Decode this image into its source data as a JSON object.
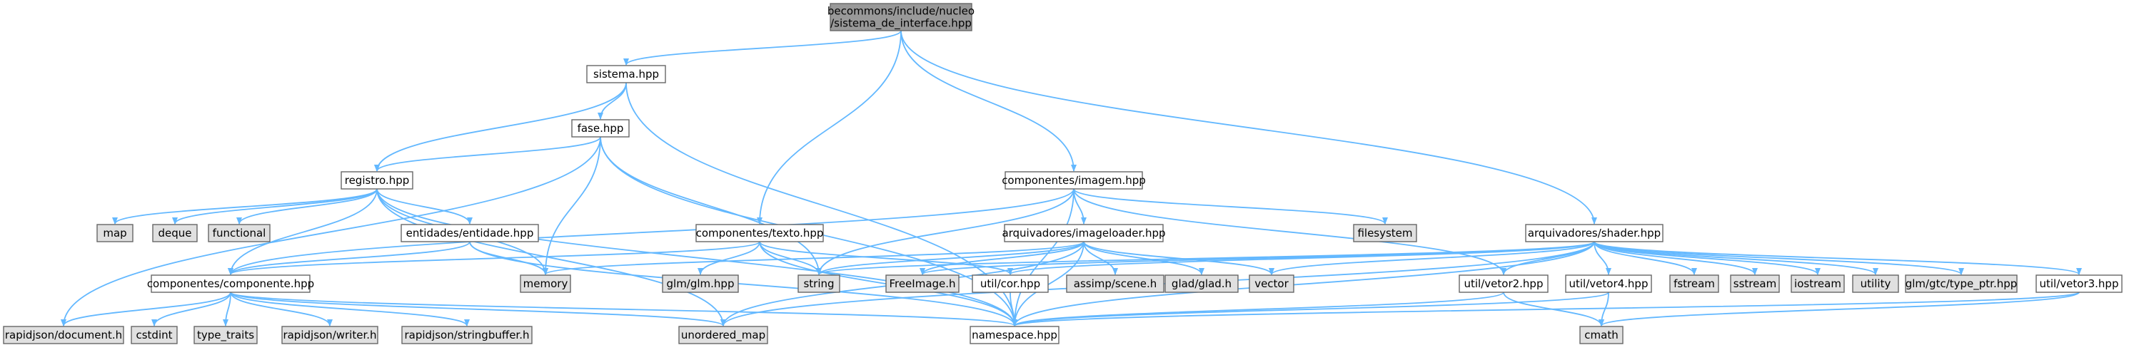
{
  "colors": {
    "root_fill": "#999999",
    "local_fill": "#ffffff",
    "external_fill": "#e0e0e0",
    "edge": "#63b8ff"
  },
  "nodes": [
    {
      "id": "root",
      "lines": [
        "becommons/include/nucleo",
        "/sistema_de_interface.hpp"
      ],
      "kind": "root"
    },
    {
      "id": "sistema",
      "lines": [
        "sistema.hpp"
      ],
      "kind": "local"
    },
    {
      "id": "fase",
      "lines": [
        "fase.hpp"
      ],
      "kind": "local"
    },
    {
      "id": "registro",
      "lines": [
        "registro.hpp"
      ],
      "kind": "local"
    },
    {
      "id": "entidade",
      "lines": [
        "entidades/entidade.hpp"
      ],
      "kind": "local"
    },
    {
      "id": "componente",
      "lines": [
        "componentes/componente.hpp"
      ],
      "kind": "local"
    },
    {
      "id": "texto",
      "lines": [
        "componentes/texto.hpp"
      ],
      "kind": "local"
    },
    {
      "id": "imagem",
      "lines": [
        "componentes/imagem.hpp"
      ],
      "kind": "local"
    },
    {
      "id": "imageloader",
      "lines": [
        "arquivadores/imageloader.hpp"
      ],
      "kind": "local"
    },
    {
      "id": "shader",
      "lines": [
        "arquivadores/shader.hpp"
      ],
      "kind": "local"
    },
    {
      "id": "cor",
      "lines": [
        "util/cor.hpp"
      ],
      "kind": "local"
    },
    {
      "id": "vetor2",
      "lines": [
        "util/vetor2.hpp"
      ],
      "kind": "local"
    },
    {
      "id": "vetor4",
      "lines": [
        "util/vetor4.hpp"
      ],
      "kind": "local"
    },
    {
      "id": "vetor3",
      "lines": [
        "util/vetor3.hpp"
      ],
      "kind": "local"
    },
    {
      "id": "namespace",
      "lines": [
        "namespace.hpp"
      ],
      "kind": "local"
    },
    {
      "id": "map",
      "lines": [
        "map"
      ],
      "kind": "external"
    },
    {
      "id": "deque",
      "lines": [
        "deque"
      ],
      "kind": "external"
    },
    {
      "id": "functional",
      "lines": [
        "functional"
      ],
      "kind": "external"
    },
    {
      "id": "memory",
      "lines": [
        "memory"
      ],
      "kind": "external"
    },
    {
      "id": "glm",
      "lines": [
        "glm/glm.hpp"
      ],
      "kind": "external"
    },
    {
      "id": "string",
      "lines": [
        "string"
      ],
      "kind": "external"
    },
    {
      "id": "freeimage",
      "lines": [
        "FreeImage.h"
      ],
      "kind": "external"
    },
    {
      "id": "assimp",
      "lines": [
        "assimp/scene.h"
      ],
      "kind": "external"
    },
    {
      "id": "glad",
      "lines": [
        "glad/glad.h"
      ],
      "kind": "external"
    },
    {
      "id": "vector",
      "lines": [
        "vector"
      ],
      "kind": "external"
    },
    {
      "id": "filesystem",
      "lines": [
        "filesystem"
      ],
      "kind": "external"
    },
    {
      "id": "fstream",
      "lines": [
        "fstream"
      ],
      "kind": "external"
    },
    {
      "id": "sstream",
      "lines": [
        "sstream"
      ],
      "kind": "external"
    },
    {
      "id": "iostream",
      "lines": [
        "iostream"
      ],
      "kind": "external"
    },
    {
      "id": "utility",
      "lines": [
        "utility"
      ],
      "kind": "external"
    },
    {
      "id": "typeptr",
      "lines": [
        "glm/gtc/type_ptr.hpp"
      ],
      "kind": "external"
    },
    {
      "id": "rapiddoc",
      "lines": [
        "rapidjson/document.h"
      ],
      "kind": "external"
    },
    {
      "id": "cstdint",
      "lines": [
        "cstdint"
      ],
      "kind": "external"
    },
    {
      "id": "typetraits",
      "lines": [
        "type_traits"
      ],
      "kind": "external"
    },
    {
      "id": "writer",
      "lines": [
        "rapidjson/writer.h"
      ],
      "kind": "external"
    },
    {
      "id": "stringbuffer",
      "lines": [
        "rapidjson/stringbuffer.h"
      ],
      "kind": "external"
    },
    {
      "id": "unordered",
      "lines": [
        "unordered_map"
      ],
      "kind": "external"
    },
    {
      "id": "cmath",
      "lines": [
        "cmath"
      ],
      "kind": "external"
    }
  ],
  "edges": [
    [
      "root",
      "sistema"
    ],
    [
      "root",
      "texto"
    ],
    [
      "root",
      "imagem"
    ],
    [
      "root",
      "shader"
    ],
    [
      "sistema",
      "fase"
    ],
    [
      "sistema",
      "registro"
    ],
    [
      "sistema",
      "namespace"
    ],
    [
      "fase",
      "registro"
    ],
    [
      "fase",
      "rapiddoc"
    ],
    [
      "fase",
      "memory"
    ],
    [
      "fase",
      "string"
    ],
    [
      "fase",
      "namespace"
    ],
    [
      "registro",
      "map"
    ],
    [
      "registro",
      "deque"
    ],
    [
      "registro",
      "functional"
    ],
    [
      "registro",
      "entidade"
    ],
    [
      "registro",
      "memory"
    ],
    [
      "registro",
      "componente"
    ],
    [
      "registro",
      "unordered"
    ],
    [
      "registro",
      "namespace"
    ],
    [
      "entidade",
      "memory"
    ],
    [
      "entidade",
      "componente"
    ],
    [
      "entidade",
      "namespace"
    ],
    [
      "componente",
      "rapiddoc"
    ],
    [
      "componente",
      "cstdint"
    ],
    [
      "componente",
      "typetraits"
    ],
    [
      "componente",
      "writer"
    ],
    [
      "componente",
      "stringbuffer"
    ],
    [
      "componente",
      "unordered"
    ],
    [
      "componente",
      "namespace"
    ],
    [
      "texto",
      "componente"
    ],
    [
      "texto",
      "glm"
    ],
    [
      "texto",
      "string"
    ],
    [
      "texto",
      "cor"
    ],
    [
      "texto",
      "namespace"
    ],
    [
      "imagem",
      "componente"
    ],
    [
      "imagem",
      "imageloader"
    ],
    [
      "imagem",
      "string"
    ],
    [
      "imagem",
      "filesystem"
    ],
    [
      "imagem",
      "vetor2"
    ],
    [
      "imagem",
      "namespace"
    ],
    [
      "imageloader",
      "memory"
    ],
    [
      "imageloader",
      "string"
    ],
    [
      "imageloader",
      "freeimage"
    ],
    [
      "imageloader",
      "assimp"
    ],
    [
      "imageloader",
      "glad"
    ],
    [
      "imageloader",
      "vector"
    ],
    [
      "imageloader",
      "unordered"
    ],
    [
      "imageloader",
      "namespace"
    ],
    [
      "shader",
      "string"
    ],
    [
      "shader",
      "freeimage"
    ],
    [
      "shader",
      "vector"
    ],
    [
      "shader",
      "cor"
    ],
    [
      "shader",
      "vetor2"
    ],
    [
      "shader",
      "vetor4"
    ],
    [
      "shader",
      "fstream"
    ],
    [
      "shader",
      "sstream"
    ],
    [
      "shader",
      "iostream"
    ],
    [
      "shader",
      "utility"
    ],
    [
      "shader",
      "typeptr"
    ],
    [
      "shader",
      "vetor3"
    ],
    [
      "shader",
      "unordered"
    ],
    [
      "shader",
      "namespace"
    ],
    [
      "cor",
      "namespace"
    ],
    [
      "vetor2",
      "cmath"
    ],
    [
      "vetor2",
      "namespace"
    ],
    [
      "vetor4",
      "cmath"
    ],
    [
      "vetor4",
      "namespace"
    ],
    [
      "vetor3",
      "cmath"
    ],
    [
      "vetor3",
      "namespace"
    ]
  ]
}
